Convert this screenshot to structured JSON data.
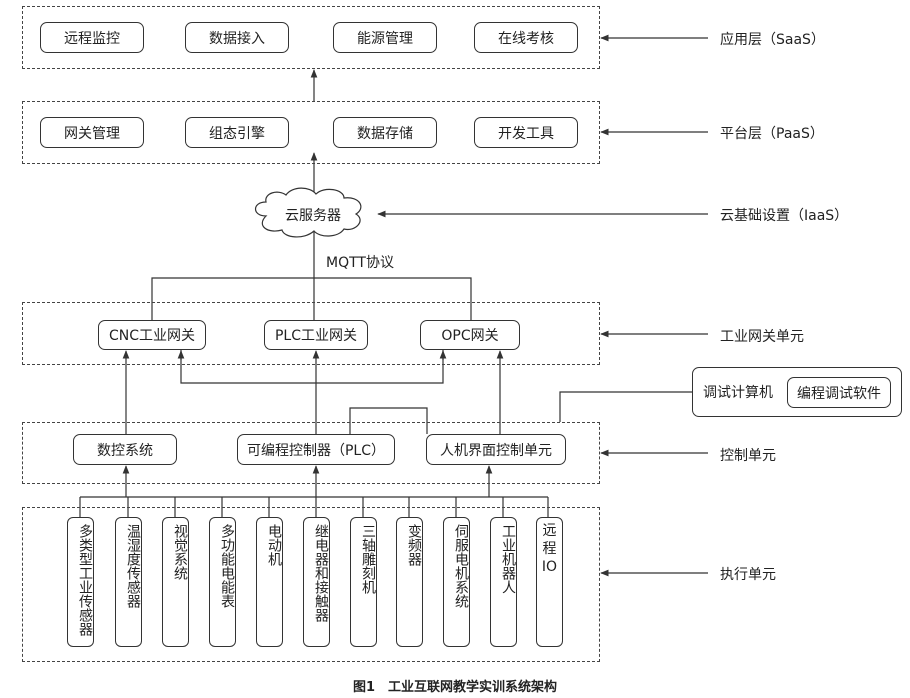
{
  "saas": {
    "modules": [
      "远程监控",
      "数据接入",
      "能源管理",
      "在线考核"
    ],
    "label": "应用层（SaaS）"
  },
  "paas": {
    "modules": [
      "网关管理",
      "组态引擎",
      "数据存储",
      "开发工具"
    ],
    "label": "平台层（PaaS）"
  },
  "iaas": {
    "cloud": "云服务器",
    "label": "云基础设置（IaaS）"
  },
  "protocol": "MQTT协议",
  "gateway": {
    "items": [
      "CNC工业网关",
      "PLC工业网关",
      "OPC网关"
    ],
    "label": "工业网关单元"
  },
  "debug": {
    "computer": "调试计算机",
    "software": "编程调试软件"
  },
  "control": {
    "items": [
      "数控系统",
      "可编程控制器（PLC）",
      "人机界面控制单元"
    ],
    "label": "控制单元"
  },
  "execution": {
    "items": [
      "多类型工业传感器",
      "温湿度传感器",
      "视觉系统",
      "多功能电能表",
      "电动机",
      "继电器和接触器",
      "三轴雕刻机",
      "变频器",
      "伺服电机系统",
      "工业机器人",
      "远程IO"
    ],
    "label": "执行单元"
  },
  "caption": "图1　工业互联网教学实训系统架构"
}
